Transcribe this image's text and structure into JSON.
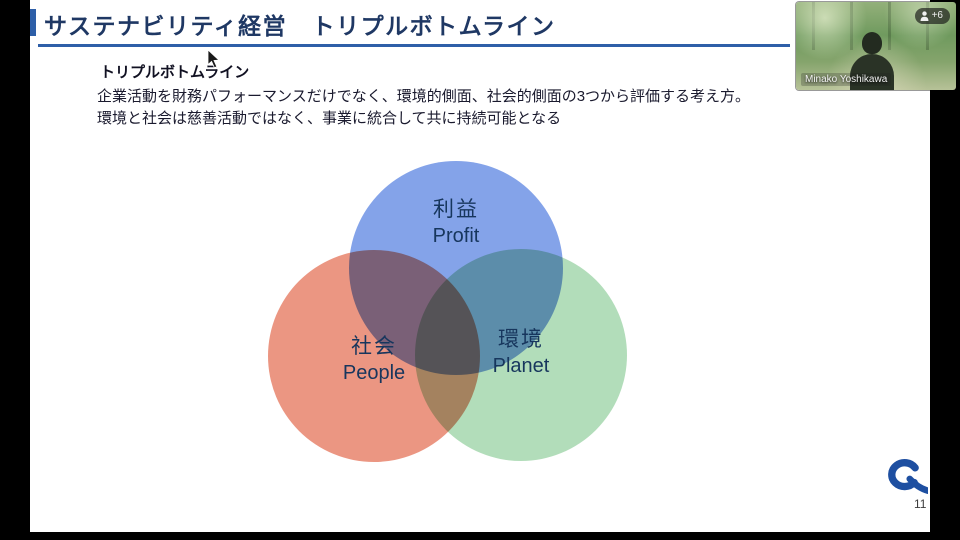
{
  "header": {
    "title": "サステナビリティ経営　トリプルボトムライン"
  },
  "intro": {
    "heading": "トリプルボトムライン",
    "line1": "企業活動を財務パフォーマンスだけでなく、環境的側面、社会的側面の3つから評価する考え方。",
    "line2": "環境と社会は慈善活動ではなく、事業に統合して共に持続可能となる"
  },
  "chart_data": {
    "type": "venn",
    "title": "トリプルボトムライン",
    "circles": [
      {
        "id": "profit",
        "label_ja": "利益",
        "label_en": "Profit",
        "color": "#6e93e6",
        "position": "top"
      },
      {
        "id": "people",
        "label_ja": "社会",
        "label_en": "People",
        "color": "#e8846c",
        "position": "bottom-left"
      },
      {
        "id": "planet",
        "label_ja": "環境",
        "label_en": "Planet",
        "color": "#a5d7ae",
        "position": "bottom-right"
      }
    ]
  },
  "video_overlay": {
    "participant_name": "Minako Yoshikawa",
    "participants_badge": "+6"
  },
  "footer": {
    "page_number": "11"
  },
  "colors": {
    "title_text": "#1f3864",
    "title_underline": "#2e5fa8",
    "body_text": "#1a1a2e",
    "venn_label_text": "#17365d",
    "logo_blue": "#1e4fa1"
  }
}
